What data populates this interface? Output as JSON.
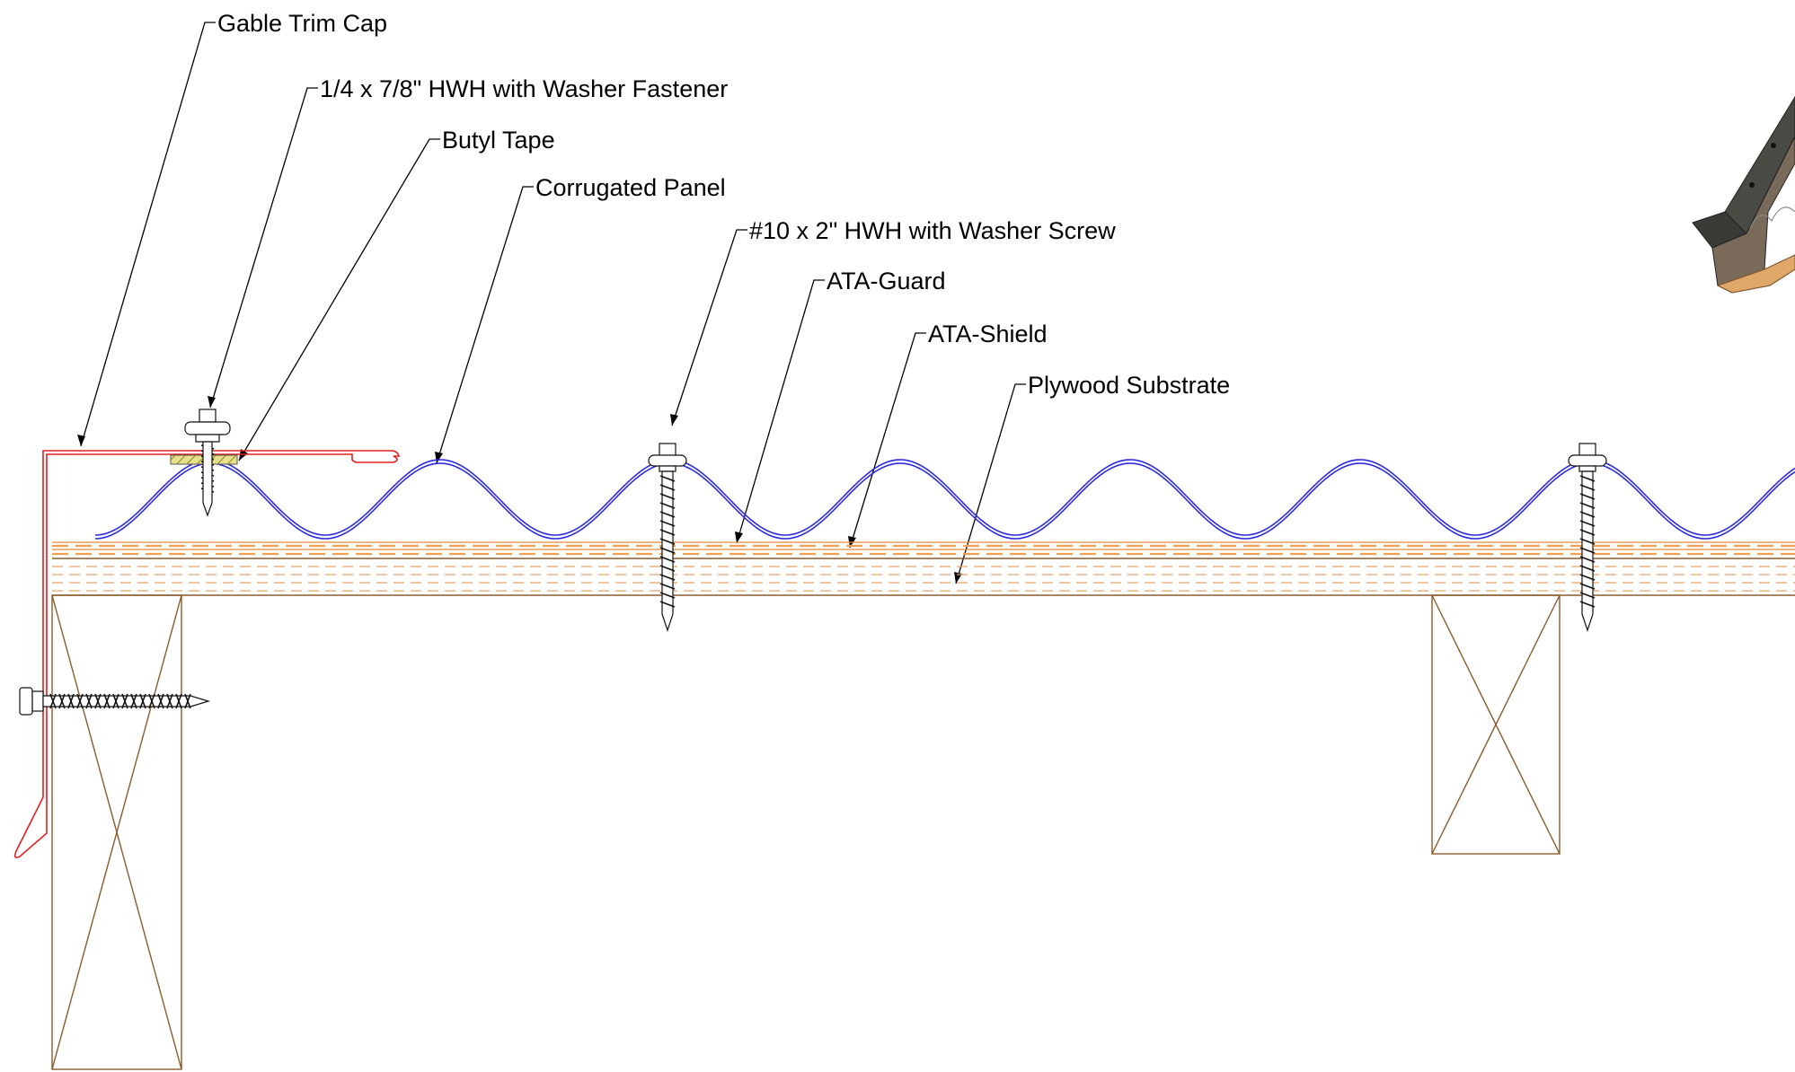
{
  "callouts": [
    {
      "id": "gable-trim-cap",
      "label": "Gable Trim Cap"
    },
    {
      "id": "fastener-1-4",
      "label": "1/4 x 7/8\" HWH with Washer Fastener"
    },
    {
      "id": "butyl-tape",
      "label": "Butyl Tape"
    },
    {
      "id": "corrugated-panel",
      "label": "Corrugated Panel"
    },
    {
      "id": "screw-10x2",
      "label": "#10 x 2\" HWH with Washer Screw"
    },
    {
      "id": "ata-guard",
      "label": "ATA-Guard"
    },
    {
      "id": "ata-shield",
      "label": "ATA-Shield"
    },
    {
      "id": "plywood-substrate",
      "label": "Plywood Substrate"
    }
  ],
  "colors": {
    "trim": "#e02020",
    "panel": "#2b2bdb",
    "underlayment": "#f0a050",
    "wood": "#8b5a2b",
    "butyl": "#c8c060"
  }
}
